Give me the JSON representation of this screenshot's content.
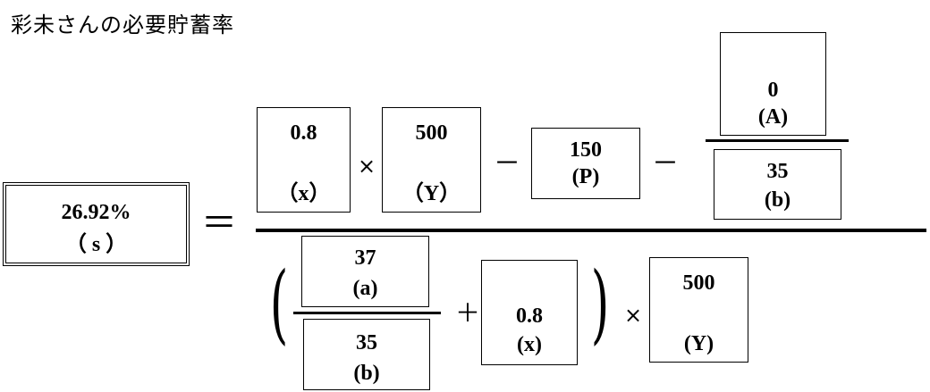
{
  "title": "彩未さんの必要貯蓄率",
  "result": {
    "value": "26.92%",
    "label": "（ s ）"
  },
  "operators": {
    "equals": "＝",
    "times": "×",
    "minus": "－",
    "plus": "＋",
    "lparen": "(",
    "rparen": ")"
  },
  "numerator": {
    "x": {
      "value": "0.8",
      "label": "（x）"
    },
    "Y": {
      "value": "500",
      "label": "（Y）"
    },
    "P": {
      "value": "150",
      "label": "(P)"
    },
    "A": {
      "value": "0",
      "label": "(A)"
    },
    "b": {
      "value": "35",
      "label": "(b)"
    }
  },
  "denominator": {
    "a": {
      "value": "37",
      "label": "(a)"
    },
    "b": {
      "value": "35",
      "label": "(b)"
    },
    "x": {
      "value": "0.8",
      "label": "(x)"
    },
    "Y": {
      "value": "500",
      "label": "(Y)"
    }
  }
}
